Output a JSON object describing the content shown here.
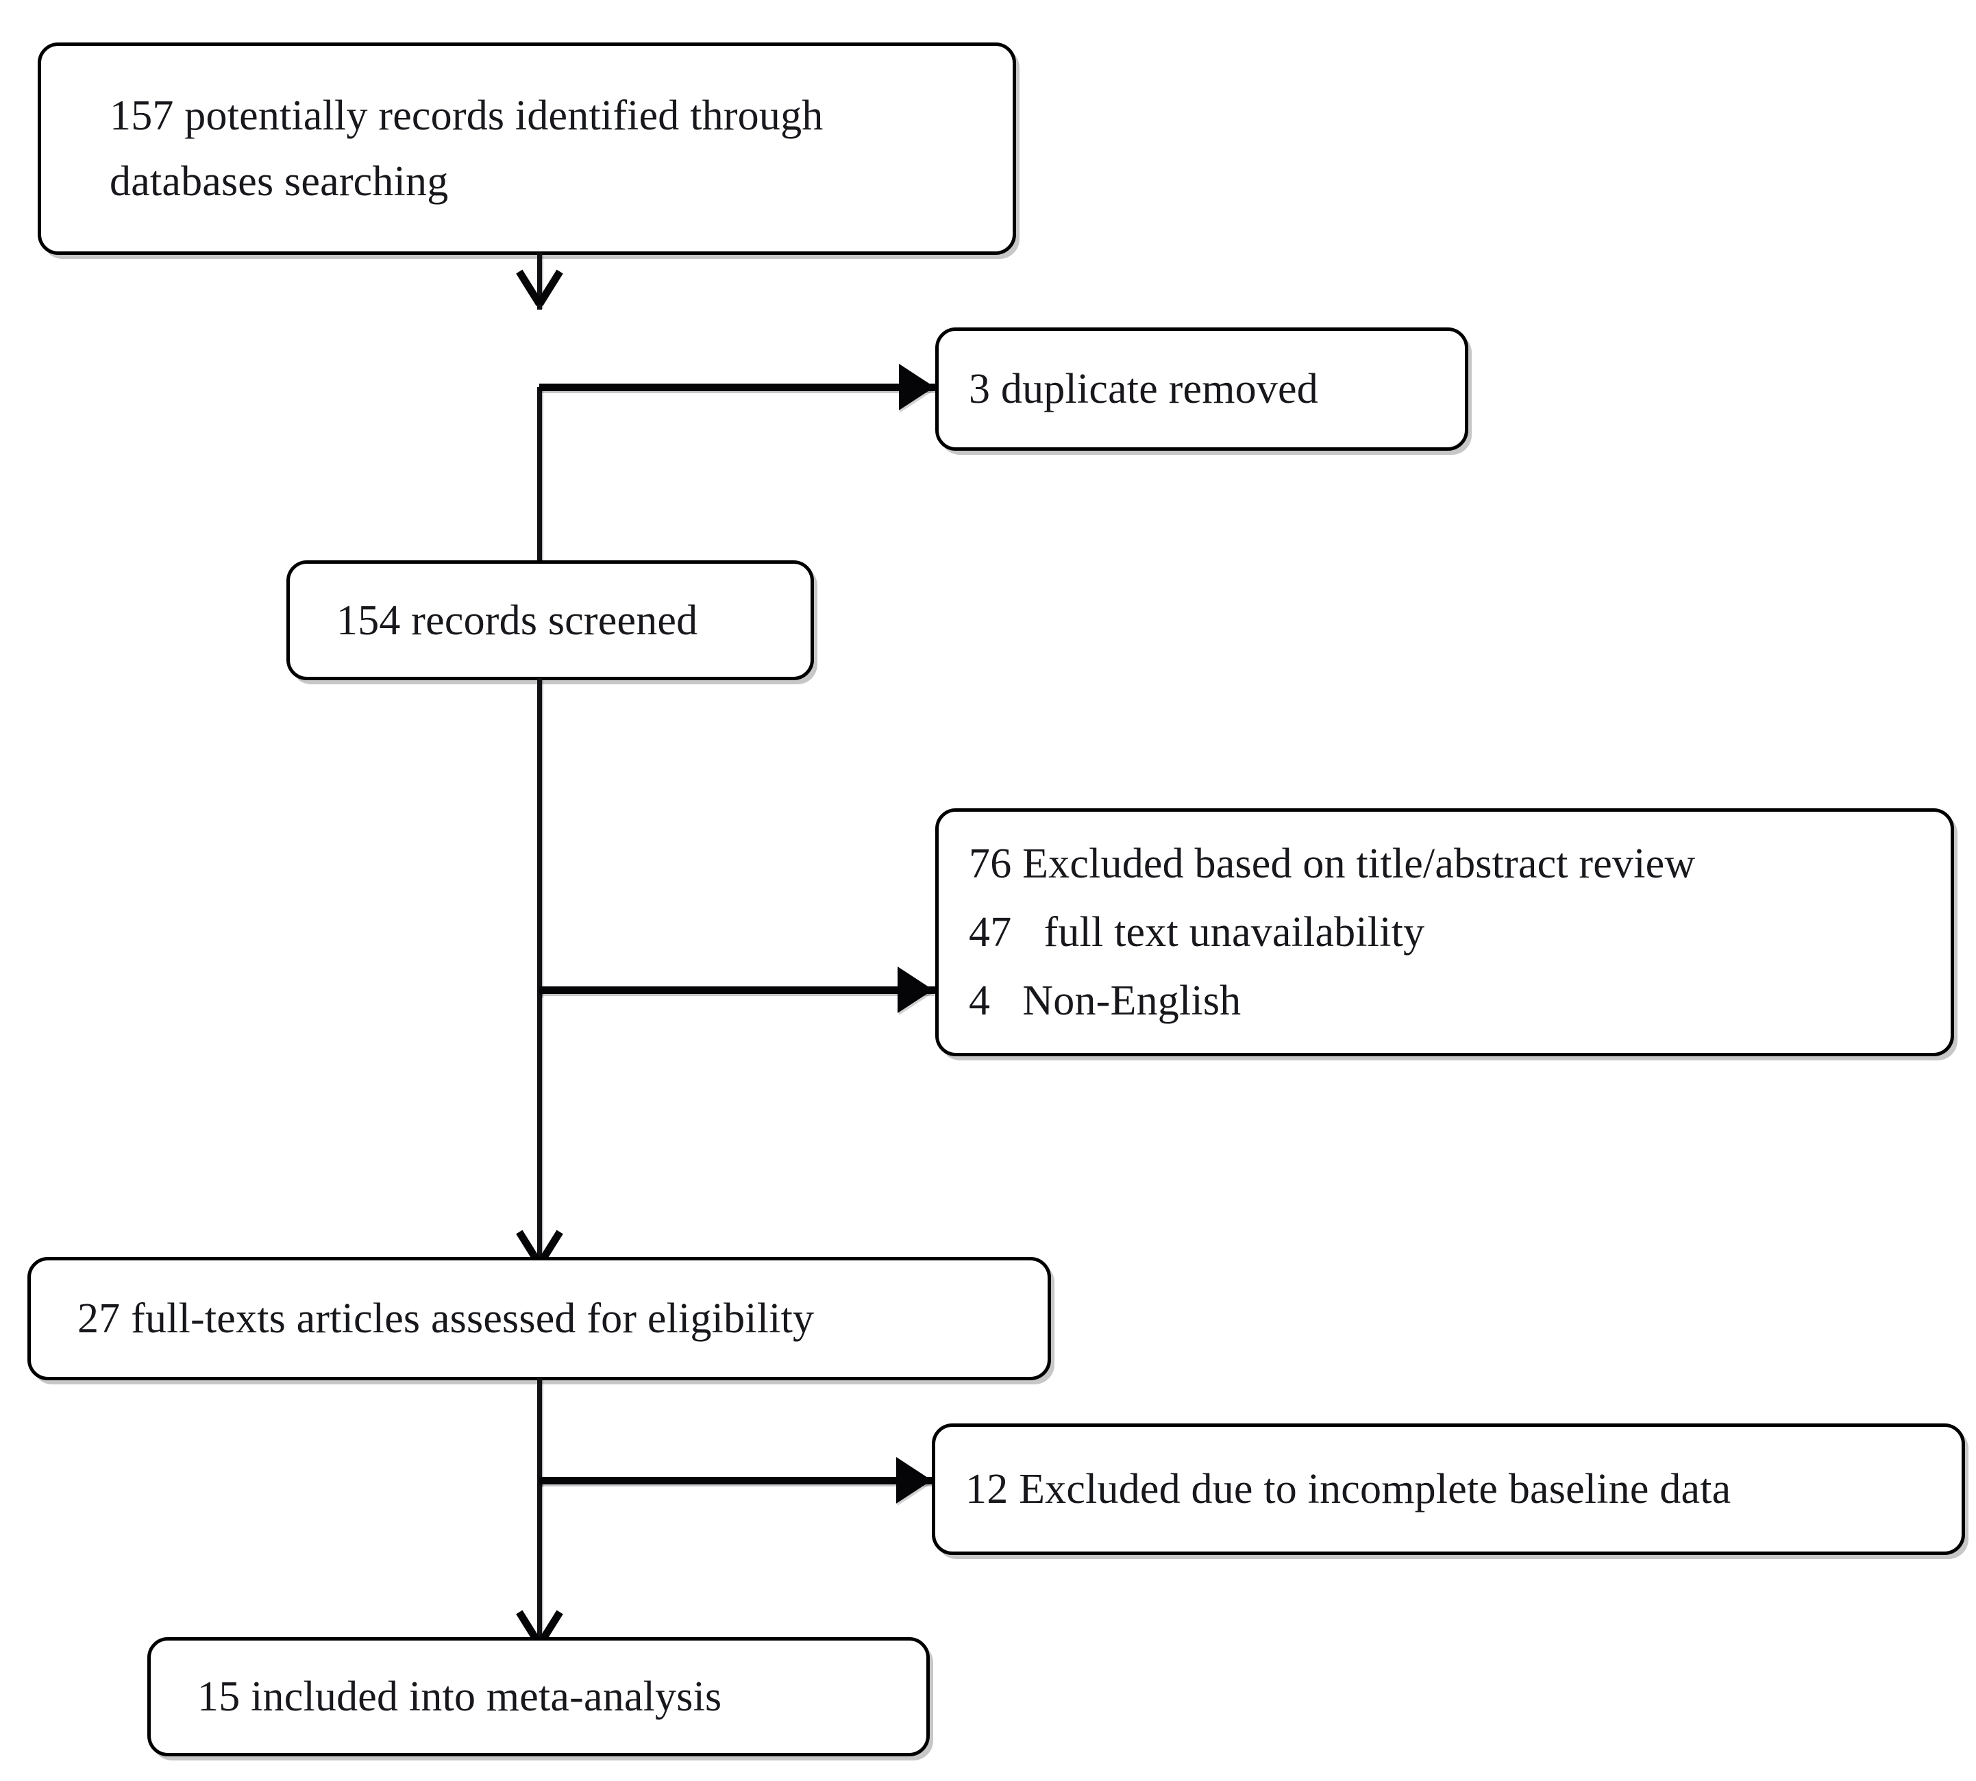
{
  "diagram": {
    "type": "prisma-flow-diagram",
    "background_color": "#ffffff",
    "text_color": "#17171c",
    "border_color": "#000000",
    "boxes": {
      "identified": {
        "lines": [
          "157 potentially records identified through",
          "databases searching"
        ]
      },
      "duplicate_removed": {
        "lines": [
          "3 duplicate removed"
        ]
      },
      "screened": {
        "lines": [
          "154 records screened"
        ]
      },
      "excluded_title_abstract": {
        "lines": [
          "76 Excluded based on title/abstract review",
          "47   full text unavailability",
          "4   Non-English"
        ]
      },
      "full_text_assessed": {
        "lines": [
          "27 full-texts articles assessed for eligibility"
        ]
      },
      "excluded_baseline_data": {
        "lines": [
          "12 Excluded due to incomplete baseline data"
        ]
      },
      "included": {
        "lines": [
          "15 included into meta-analysis"
        ]
      }
    },
    "connectors": [
      {
        "name": "identified-to-screened",
        "direction": "down"
      },
      {
        "name": "screened-to-duplicate-removed",
        "direction": "right"
      },
      {
        "name": "screened-to-full-text",
        "direction": "down"
      },
      {
        "name": "screened-to-excluded-title-abstract",
        "direction": "right"
      },
      {
        "name": "full-text-to-excluded-baseline",
        "direction": "right"
      },
      {
        "name": "full-text-to-included",
        "direction": "down"
      }
    ]
  }
}
